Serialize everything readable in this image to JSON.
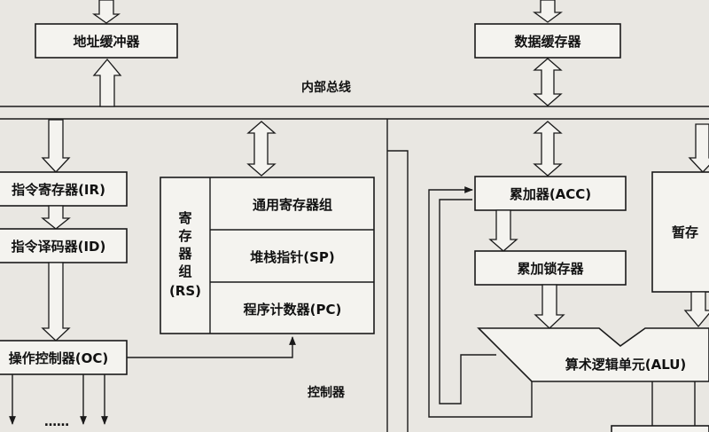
{
  "bus": {
    "internal": "内部总线",
    "control": "控制器"
  },
  "blocks": {
    "address_buffer": "地址缓冲器",
    "data_buffer": "数据缓存器",
    "instruction_register": "指令寄存器(IR)",
    "instruction_decoder": "指令译码器(ID)",
    "operation_controller": "操作控制器(OC)",
    "accumulator": "累加器(ACC)",
    "accumulator_latch": "累加锁存器",
    "temp_register": "暂存",
    "alu": "算术逻辑单元(ALU)"
  },
  "register_set": {
    "group_label_chars": [
      "寄",
      "存",
      "器",
      "组"
    ],
    "group_abbr": "(RS)",
    "rows": [
      "通用寄存器组",
      "堆栈指针(SP)",
      "程序计数器(PC)"
    ]
  },
  "ellipsis": "……"
}
